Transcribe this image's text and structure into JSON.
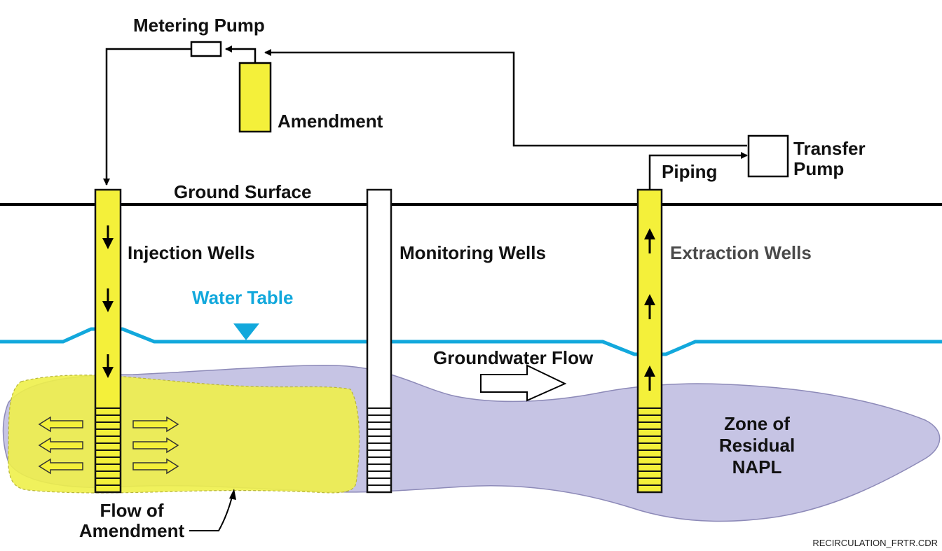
{
  "labels": {
    "metering_pump": "Metering Pump",
    "amendment": "Amendment",
    "transfer_pump_line1": "Transfer",
    "transfer_pump_line2": "Pump",
    "piping": "Piping",
    "ground_surface": "Ground Surface",
    "injection_wells": "Injection Wells",
    "monitoring_wells": "Monitoring Wells",
    "extraction_wells": "Extraction Wells",
    "water_table": "Water Table",
    "groundwater_flow": "Groundwater Flow",
    "napl_line1": "Zone of",
    "napl_line2": "Residual",
    "napl_line3": "NAPL",
    "flow_amendment_line1": "Flow of",
    "flow_amendment_line2": "Amendment",
    "file_caption": "RECIRCULATION_FRTR.CDR"
  },
  "colors": {
    "well_fill": "#f4f03a",
    "amendment_plume": "#eef04a",
    "napl_zone": "#c6c4e4",
    "water_table": "#12a8dc",
    "ground": "#000000",
    "extraction_label": "#4a4a4a"
  }
}
